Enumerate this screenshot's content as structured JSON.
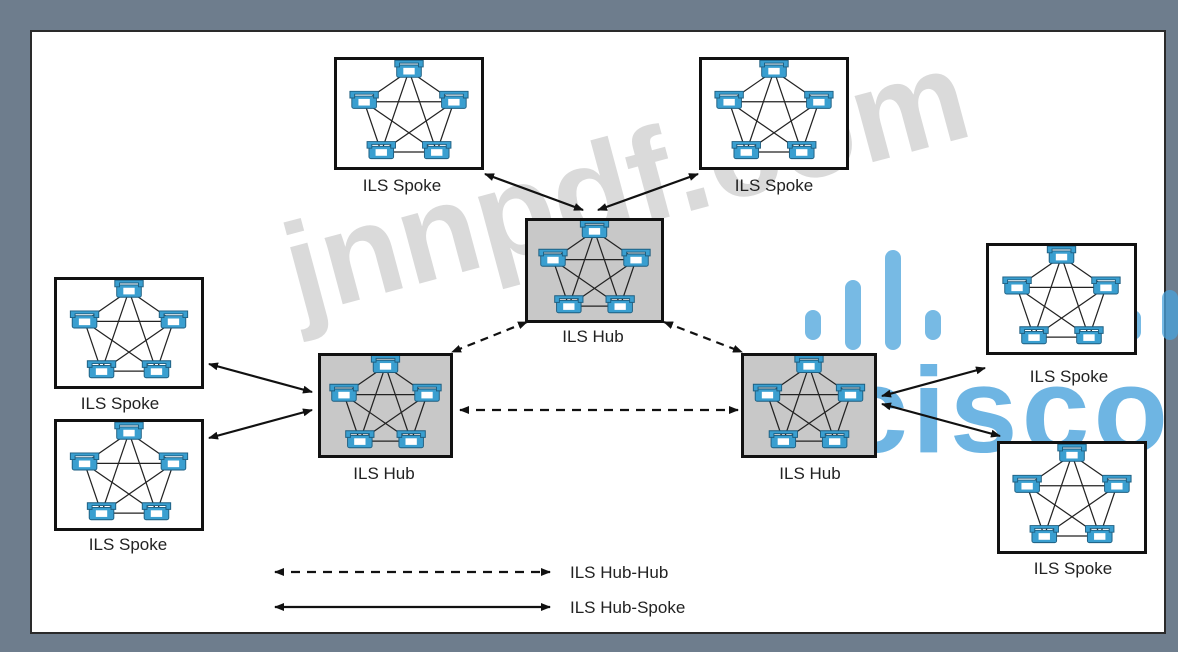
{
  "nodes": [
    {
      "id": "spoke-top-left",
      "kind": "spoke",
      "label": "ILS Spoke"
    },
    {
      "id": "spoke-top-right",
      "kind": "spoke",
      "label": "ILS Spoke"
    },
    {
      "id": "hub-center",
      "kind": "hub",
      "label": "ILS Hub"
    },
    {
      "id": "hub-left",
      "kind": "hub",
      "label": "ILS Hub"
    },
    {
      "id": "hub-right",
      "kind": "hub",
      "label": "ILS Hub"
    },
    {
      "id": "spoke-left-upper",
      "kind": "spoke",
      "label": "ILS Spoke"
    },
    {
      "id": "spoke-left-lower",
      "kind": "spoke",
      "label": "ILS Spoke"
    },
    {
      "id": "spoke-right-upper",
      "kind": "spoke",
      "label": "ILS Spoke"
    },
    {
      "id": "spoke-right-lower",
      "kind": "spoke",
      "label": "ILS Spoke"
    }
  ],
  "legend": {
    "hub_hub": "ILS Hub-Hub",
    "hub_spoke": "ILS Hub-Spoke"
  },
  "watermark": {
    "text": "jnnpdf.com",
    "logo": "cisco"
  },
  "colors": {
    "hub_fill": "#c8c8c8",
    "phone": "#3a9fd0",
    "watermark_logo": "#4aa3dc"
  }
}
